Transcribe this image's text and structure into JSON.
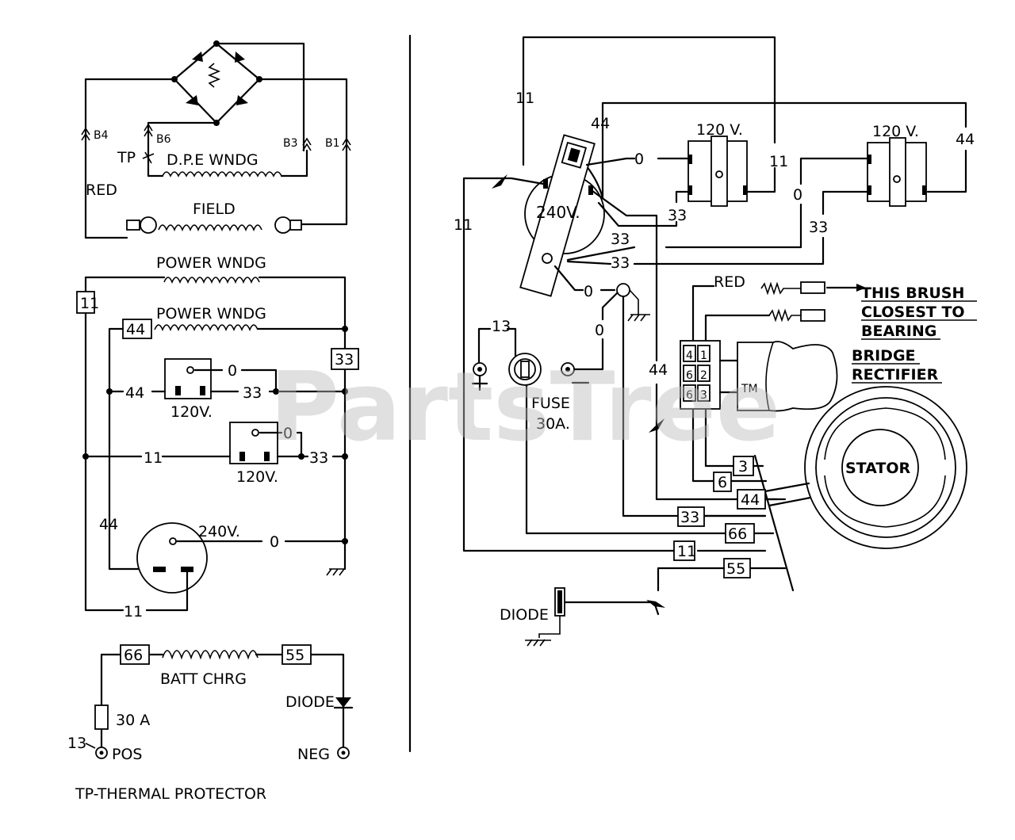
{
  "watermark": "PartsTree",
  "left": {
    "bridge": {
      "b4": "B4",
      "b6": "B6",
      "b3": "B3",
      "b1": "B1",
      "tp": "TP",
      "dpe": "D.P.E WNDG",
      "red": "RED",
      "field": "FIELD"
    },
    "power1": "POWER WNDG",
    "power2": "POWER WNDG",
    "tags": {
      "t11": "11",
      "t44": "44",
      "t33": "33"
    },
    "r1": {
      "zero": "0",
      "n44": "44",
      "n33": "33",
      "v": "120V."
    },
    "r2": {
      "zero": "0",
      "n11": "11",
      "n33": "33",
      "v": "120V."
    },
    "r3": {
      "n44": "44",
      "v": "240V.",
      "zero": "0",
      "n11": "11"
    },
    "batt": {
      "t66": "66",
      "t55": "55",
      "label": "BATT CHRG",
      "fuse": "30 A",
      "n13": "13",
      "pos": "POS",
      "neg": "NEG",
      "diode": "DIODE"
    },
    "legend": "TP-THERMAL PROTECTOR"
  },
  "right": {
    "w11a": "11",
    "w44a": "44",
    "v240": "240V.",
    "w0a": "0",
    "r120a": "120 V.",
    "w11b": "11",
    "w33a": "33",
    "r120b": "120 V.",
    "w44b": "44",
    "w0b": "0",
    "w33b": "33",
    "w11c": "11",
    "w33c": "33",
    "w33d": "33",
    "w0c": "0",
    "w0d": "0",
    "n13": "13",
    "fuse": "FUSE",
    "fuse_a": "30A.",
    "w44c": "44",
    "red": "RED",
    "brush": [
      "THIS BRUSH",
      "CLOSEST TO",
      "BEARING"
    ],
    "bridge": [
      "BRIDGE",
      "RECTIFIER"
    ],
    "rect_labels": [
      "4",
      "1",
      "6",
      "2",
      "6",
      "3"
    ],
    "stator": "STATOR",
    "tags": [
      "3",
      "6",
      "44",
      "33",
      "66",
      "11",
      "55"
    ],
    "diode": "DIODE",
    "tm": "TM"
  }
}
